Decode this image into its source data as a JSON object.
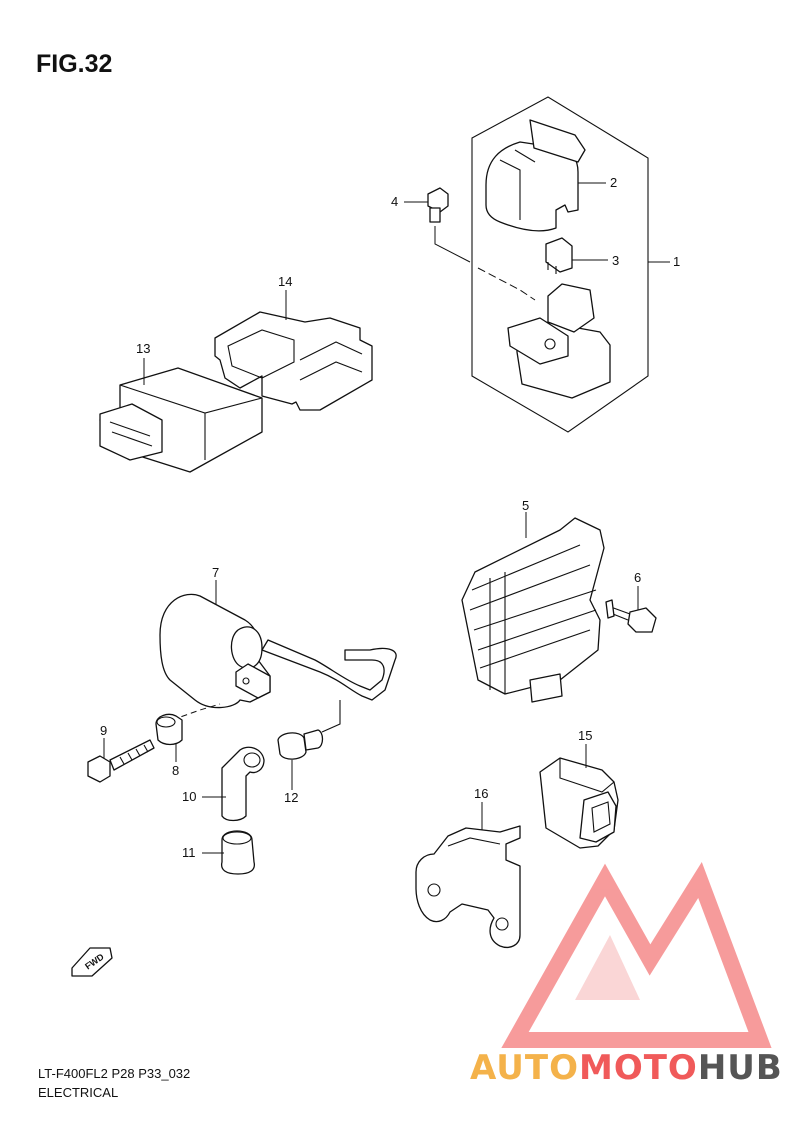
{
  "figure": {
    "title": "FIG.32",
    "code": "LT-F400FL2 P28 P33_032",
    "section": "ELECTRICAL"
  },
  "callouts": [
    "1",
    "2",
    "3",
    "4",
    "5",
    "6",
    "7",
    "8",
    "9",
    "10",
    "11",
    "12",
    "13",
    "14",
    "15",
    "16"
  ],
  "fwd_label": "FWD",
  "watermark": {
    "part1": "AUTO",
    "part2": "MOTO",
    "part3": "HUB",
    "colors": {
      "orange": "#f4b24a",
      "red": "#f05a5a",
      "gray": "#555555"
    }
  }
}
